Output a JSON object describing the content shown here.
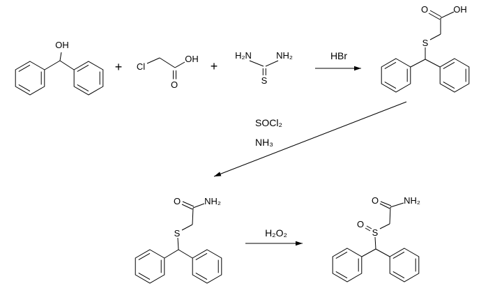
{
  "background": "#ffffff",
  "ink": "#000000",
  "operators": {
    "plus_1": "+",
    "plus_2": "+"
  },
  "molecules": {
    "benzhydrol": {
      "hydroxyl": "OH"
    },
    "chloroacetic_acid": {
      "chlorine": "Cl",
      "hydroxyl": "OH",
      "carbonyl_oxygen": "O"
    },
    "thiourea": {
      "amine_left": "H₂N",
      "amine_right": "NH₂",
      "sulfur": "S"
    },
    "benzhydrylthio_acetic_acid": {
      "carbonyl_oxygen": "O",
      "hydroxyl": "OH",
      "sulfur": "S"
    },
    "benzhydrylthio_acetamide": {
      "carbonyl_oxygen": "O",
      "amide": "NH₂",
      "sulfur": "S"
    },
    "benzhydrylsulfinyl_acetamide": {
      "carbonyl_oxygen": "O",
      "amide": "NH₂",
      "sulfinyl_oxygen": "O",
      "sulfur": "S"
    }
  },
  "reagents": {
    "step1": "HBr",
    "step2_line1": "SOCl₂",
    "step2_line2": "NH₃",
    "step3": "H₂O₂"
  }
}
